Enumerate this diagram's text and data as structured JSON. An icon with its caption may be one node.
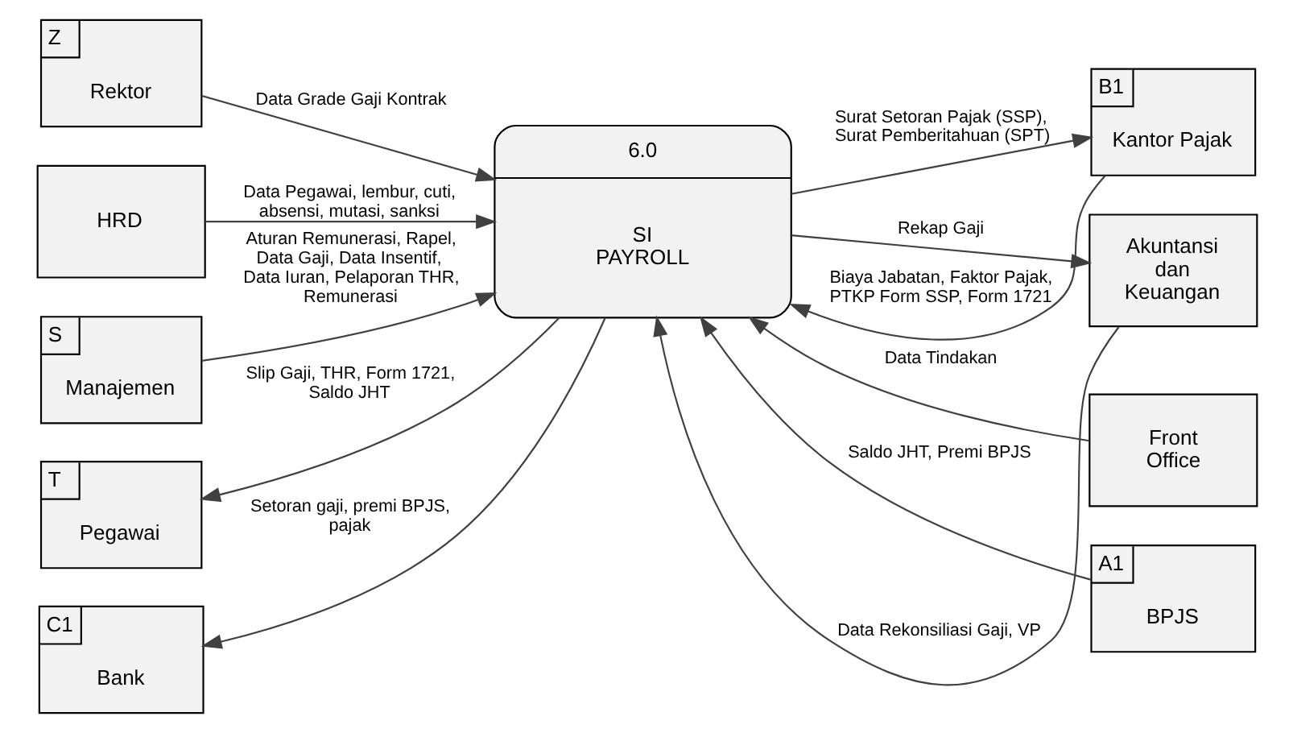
{
  "diagram": {
    "nodes": [
      {
        "text": [
          "Z",
          "Rektor"
        ]
      },
      {
        "text": [
          "T",
          "Pegawai"
        ]
      },
      {
        "text": [
          "C1",
          "Bank"
        ]
      },
      {
        "text": [
          "HRD"
        ]
      },
      {
        "text": [
          "S",
          "Manajemen"
        ]
      },
      {
        "text": [
          "6.0",
          "SI PAYROLL"
        ]
      },
      {
        "text": [
          "B1",
          "Kantor Pajak"
        ]
      },
      {
        "text": [
          "Front Office"
        ]
      },
      {
        "text": [
          "A1",
          "BPJS"
        ]
      },
      {
        "text": [
          "Akuntansi dan Keuangan"
        ]
      }
    ],
    "edges": [
      {
        "from": 0,
        "to": 5,
        "arrow": "to",
        "label": "Data Grade Gaji Kontrak"
      },
      {
        "from": 5,
        "to": 1,
        "arrow": "to",
        "label": "Slip Gaji, THR, Form 1721, Saldo JHT"
      },
      {
        "from": 5,
        "to": 2,
        "arrow": "to",
        "label": "Setoran gaji, premi BPJS, pajak"
      },
      {
        "from": 3,
        "to": 5,
        "arrow": "to",
        "label": "Data Pegawai, lembur, cuti, absensi, mutasi, sanksi"
      },
      {
        "from": 4,
        "to": 5,
        "arrow": "to",
        "label": "Aturan Remunerasi, Rapel, Data Gaji, Data Insentif, Data Iuran, Pelaporan THR, Remunerasi"
      },
      {
        "from": 5,
        "to": 6,
        "arrow": "to",
        "label": "Surat Setoran Pajak (SSP), Surat Pemberitahuan (SPT)"
      },
      {
        "from": 6,
        "to": 5,
        "arrow": "to",
        "label": "Biaya Jabatan, Faktor Pajak, PTKP Form SSP, Form 1721"
      },
      {
        "from": 7,
        "to": 5,
        "arrow": "to",
        "label": "Data Tindakan"
      },
      {
        "from": 8,
        "to": 5,
        "arrow": "to",
        "label": "Saldo JHT, Premi BPJS"
      },
      {
        "from": 9,
        "to": 5,
        "arrow": "to",
        "label": "Data Rekonsiliasi Gaji, VP"
      },
      {
        "from": 5,
        "to": 9,
        "arrow": "to",
        "label": "Rekap Gaji"
      }
    ]
  }
}
